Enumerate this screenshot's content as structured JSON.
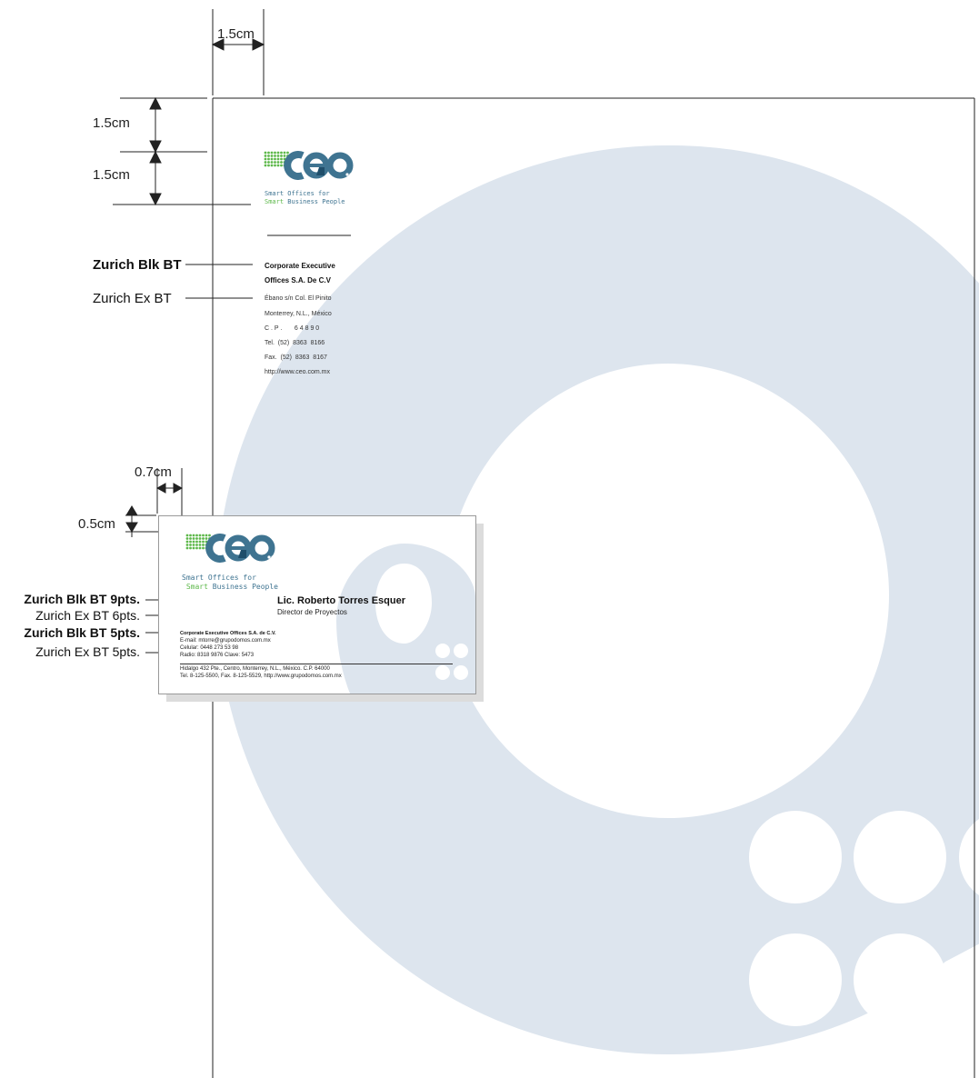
{
  "dimensions": {
    "margin_left": "1.5cm",
    "margin_top": "1.5cm",
    "logo_height": "1.5cm",
    "card_margin_left": "0.7cm",
    "card_margin_top": "0.5cm"
  },
  "letterhead": {
    "logo": {
      "wordmark": "ceo",
      "tagline_line1": "Smart Offices for",
      "tagline_line2_a": "Smart",
      "tagline_line2_b": "Business People"
    },
    "company_line1": "Corporate Executive",
    "company_line2": "Offices S.A. De C.V",
    "address": [
      "Ébano s/n Col. El Pinito",
      "Monterrey, N.L., México",
      "C . P .       6 4 8 9 0",
      "Tel.  (52)  8363  8166",
      "Fax.  (52)  8363  8167",
      "http://www.ceo.com.mx"
    ],
    "annotations": {
      "bold_font": "Zurich Blk BT",
      "regular_font": "Zurich Ex BT"
    }
  },
  "business_card": {
    "logo": {
      "wordmark": "ceo",
      "tagline_line1": "Smart Offices for",
      "tagline_line2_a": "Smart",
      "tagline_line2_b": "Business People"
    },
    "name": "Lic. Roberto Torres Esquer",
    "title": "Director de Proyectos",
    "company": "Corporate Executive Offices S.A. de C.V.",
    "email": "E-mail: mtorre@grupodomos.com.mx",
    "cell": "Celular: 0448 273 53 98",
    "radio": "Radio: 8318 9876 Clave: 5473",
    "address_line": "Hidalgo 432 Pte., Centro, Monterrey, N.L., México.  C.P. 64000",
    "contact_line": "Tel. 8-125-5500, Fax. 8-125-5529,  http://www.grupodomos.com.mx",
    "annotations": [
      {
        "text": "Zurich Blk BT 9pts."
      },
      {
        "text": "Zurich Ex BT 6pts."
      },
      {
        "text": "Zurich Blk BT 5pts."
      },
      {
        "text": "Zurich Ex BT 5pts."
      }
    ]
  },
  "colors": {
    "watermark": "#dde5ee",
    "logo_blue": "#3f7491",
    "logo_green": "#5db84a",
    "logo_dark": "#1f4e6a"
  }
}
